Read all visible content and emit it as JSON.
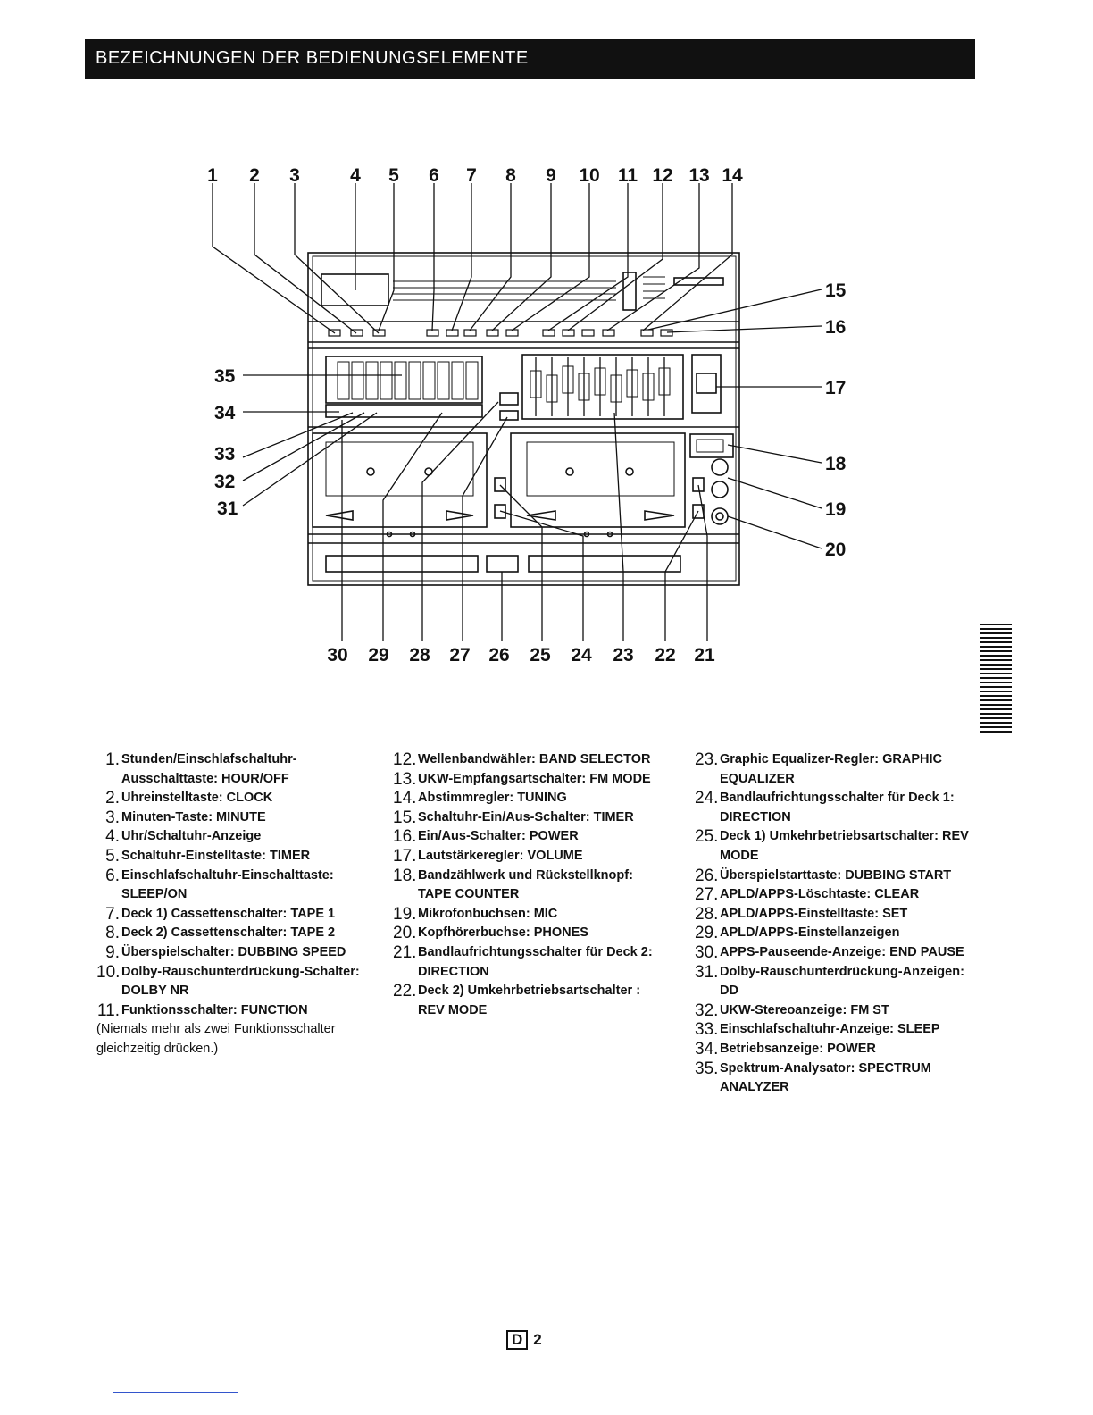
{
  "header": {
    "title": "BEZEICHNUNGEN DER BEDIENUNGSELEMENTE"
  },
  "callouts": {
    "top": [
      "1",
      "2",
      "3",
      "4",
      "5",
      "6",
      "7",
      "8",
      "9",
      "10",
      "11",
      "12",
      "13",
      "14"
    ],
    "right": [
      "15",
      "16",
      "17",
      "18",
      "19",
      "20"
    ],
    "bottom": [
      "30",
      "29",
      "28",
      "27",
      "26",
      "25",
      "24",
      "23",
      "22",
      "21"
    ],
    "left": [
      "35",
      "34",
      "33",
      "32",
      "31"
    ]
  },
  "columns": [
    {
      "items": [
        {
          "n": "1.",
          "t": "Stunden/Einschlafschaltuhr-Ausschalttaste: HOUR/OFF"
        },
        {
          "n": "2.",
          "t": "Uhreinstelltaste: CLOCK"
        },
        {
          "n": "3.",
          "t": "Minuten-Taste: MINUTE"
        },
        {
          "n": "4.",
          "t": "Uhr/Schaltuhr-Anzeige"
        },
        {
          "n": "5.",
          "t": "Schaltuhr-Einstelltaste: TIMER"
        },
        {
          "n": "6.",
          "t": "Einschlafschaltuhr-Einschalttaste: SLEEP/ON"
        },
        {
          "n": "7.",
          "t": "Deck 1) Cassettenschalter: TAPE 1"
        },
        {
          "n": "8.",
          "t": "Deck 2) Cassettenschalter: TAPE 2"
        },
        {
          "n": "9.",
          "t": "Überspielschalter: DUBBING SPEED"
        },
        {
          "n": "10.",
          "t": "Dolby-Rauschunterdrückung-Schalter: DOLBY NR"
        },
        {
          "n": "11.",
          "t": "Funktionsschalter: FUNCTION"
        }
      ],
      "note": "(Niemals mehr als zwei Funktionsschalter gleichzeitig drücken.)"
    },
    {
      "items": [
        {
          "n": "12.",
          "t": "Wellenbandwähler: BAND SELECTOR"
        },
        {
          "n": "13.",
          "t": "UKW-Empfangsartschalter: FM MODE"
        },
        {
          "n": "14.",
          "t": "Abstimmregler: TUNING"
        },
        {
          "n": "15.",
          "t": "Schaltuhr-Ein/Aus-Schalter: TIMER"
        },
        {
          "n": "16.",
          "t": "Ein/Aus-Schalter: POWER"
        },
        {
          "n": "17.",
          "t": "Lautstärkeregler: VOLUME"
        },
        {
          "n": "18.",
          "t": "Bandzählwerk und Rückstellknopf: TAPE COUNTER"
        },
        {
          "n": "19.",
          "t": "Mikrofonbuchsen: MIC"
        },
        {
          "n": "20.",
          "t": "Kopfhörerbuchse: PHONES"
        },
        {
          "n": "21.",
          "t": "Bandlaufrichtungsschalter für Deck 2: DIRECTION"
        },
        {
          "n": "22.",
          "t": "Deck 2) Umkehrbetriebsartschalter : REV MODE"
        }
      ]
    },
    {
      "items": [
        {
          "n": "23.",
          "t": "Graphic Equalizer-Regler: GRAPHIC EQUALIZER"
        },
        {
          "n": "24.",
          "t": "Bandlaufrichtungsschalter für Deck 1: DIRECTION"
        },
        {
          "n": "25.",
          "t": "Deck 1) Umkehrbetriebsartschalter: REV MODE"
        },
        {
          "n": "26.",
          "t": "Überspielstarttaste: DUBBING START"
        },
        {
          "n": "27.",
          "t": "APLD/APPS-Löschtaste: CLEAR"
        },
        {
          "n": "28.",
          "t": "APLD/APPS-Einstelltaste: SET"
        },
        {
          "n": "29.",
          "t": "APLD/APPS-Einstellanzeigen"
        },
        {
          "n": "30.",
          "t": "APPS-Pauseende-Anzeige: END PAUSE"
        },
        {
          "n": "31.",
          "t": "Dolby-Rauschunterdrückung-Anzeigen: DD"
        },
        {
          "n": "32.",
          "t": "UKW-Stereoanzeige: FM ST"
        },
        {
          "n": "33.",
          "t": "Einschlafschaltuhr-Anzeige: SLEEP"
        },
        {
          "n": "34.",
          "t": "Betriebsanzeige: POWER"
        },
        {
          "n": "35.",
          "t": "Spektrum-Analysator: SPECTRUM ANALYZER"
        }
      ]
    }
  ],
  "footer": {
    "box": "D",
    "page": "2"
  }
}
